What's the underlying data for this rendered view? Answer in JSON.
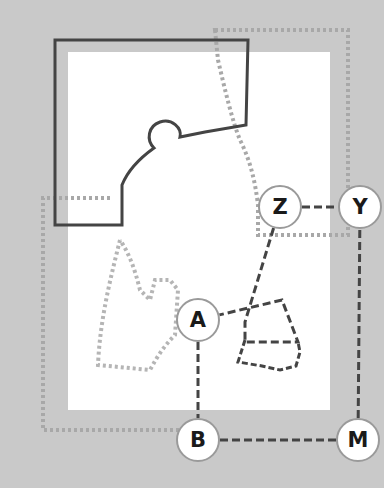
{
  "diagram": {
    "nodes": [
      {
        "text": [
          "Z"
        ]
      },
      {
        "text": [
          "Y"
        ]
      },
      {
        "text": [
          "A"
        ]
      },
      {
        "text": [
          "B"
        ]
      },
      {
        "text": [
          "M"
        ]
      }
    ],
    "edges": [
      {
        "from": 0,
        "to": 1,
        "arrow": "none"
      },
      {
        "from": 0,
        "to": 2,
        "arrow": "none"
      },
      {
        "from": 2,
        "to": 3,
        "arrow": "none"
      },
      {
        "from": 3,
        "to": 4,
        "arrow": "none"
      },
      {
        "from": 4,
        "to": 1,
        "arrow": "none"
      }
    ]
  }
}
